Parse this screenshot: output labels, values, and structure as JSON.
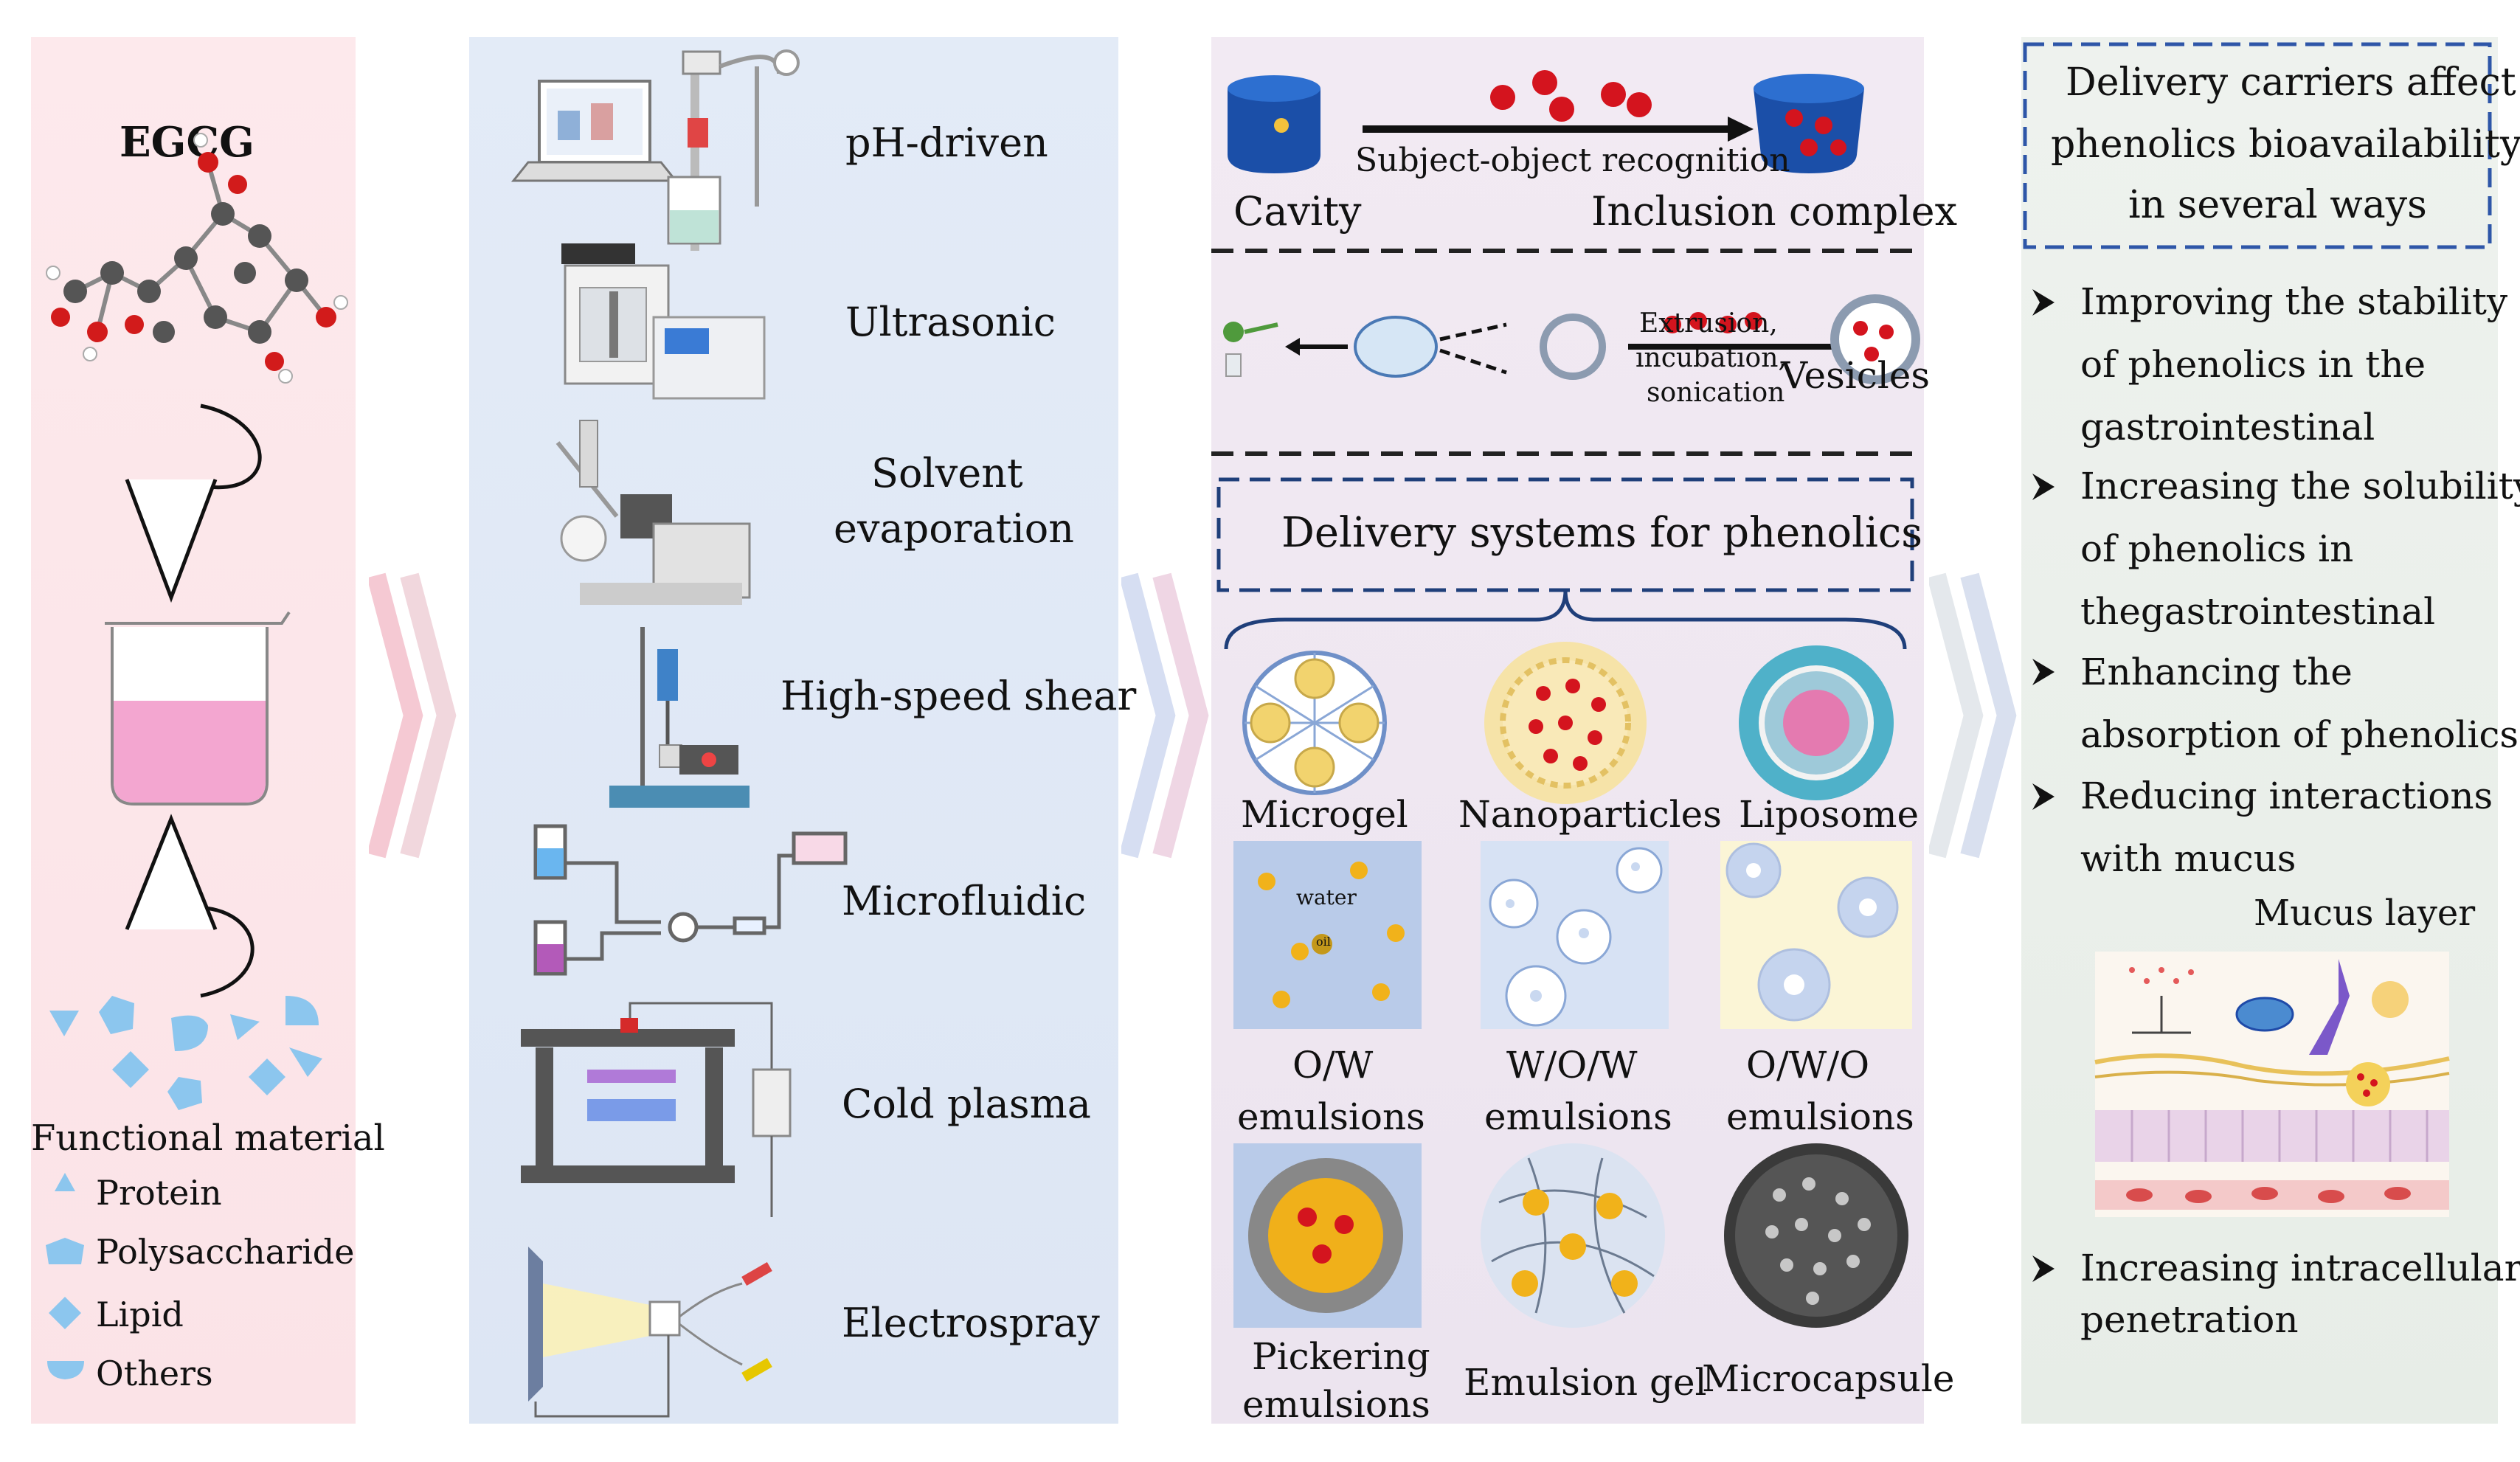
{
  "panel1": {
    "title": "EGCG",
    "functional_material": "Functional material",
    "legend": [
      "Protein",
      "Polysaccharide",
      "Lipid",
      "Others"
    ]
  },
  "panel2": {
    "methods": [
      "pH-driven",
      "Ultrasonic",
      "Solvent",
      "evaporation",
      "High-speed shear",
      "Microfluidic",
      "Cold plasma",
      "Electrospray"
    ]
  },
  "panel3": {
    "cavity": "Cavity",
    "recognition": "Subject-object recognition",
    "inclusion": "Inclusion complex",
    "extrusion": [
      "Extrusion,",
      "incubation,",
      "sonication"
    ],
    "vesicles": "Vesicles",
    "delivery_title": "Delivery systems for phenolics",
    "row1": [
      "Microgel",
      "Nanoparticles",
      "Liposome"
    ],
    "water_label": "water",
    "oil_label": "oil",
    "row2": [
      [
        "O/W",
        "emulsions"
      ],
      [
        "W/O/W",
        "emulsions"
      ],
      [
        "O/W/O",
        "emulsions"
      ]
    ],
    "row3": [
      [
        "Pickering",
        "emulsions"
      ],
      [
        "Emulsion gel"
      ],
      [
        "Microcapsule"
      ]
    ]
  },
  "panel4": {
    "header": [
      "Delivery carriers affect",
      "phenolics bioavailability",
      "in several ways"
    ],
    "bullets": [
      [
        "Improving the stability",
        "of phenolics in the",
        "gastrointestinal"
      ],
      [
        "Increasing the solubility",
        "of phenolics in",
        "thegastrointestinal"
      ],
      [
        "Enhancing the",
        "absorption of phenolics"
      ],
      [
        "Reducing interactions",
        "with mucus"
      ],
      [
        "Increasing intracellular",
        "penetration"
      ]
    ],
    "mucus_layer": "Mucus layer"
  },
  "colors": {
    "panel1_bg": "#fde9ec",
    "panel2_bg": "#e3ebf7",
    "panel3_bg": "#f2eaf3",
    "panel4_bg": "#eef2ee",
    "accent_blue": "#1f4aa8",
    "accent_red": "#d4141e",
    "legend_blue": "#8cc6ee",
    "emulsion_bg": "#b9cbe9"
  }
}
